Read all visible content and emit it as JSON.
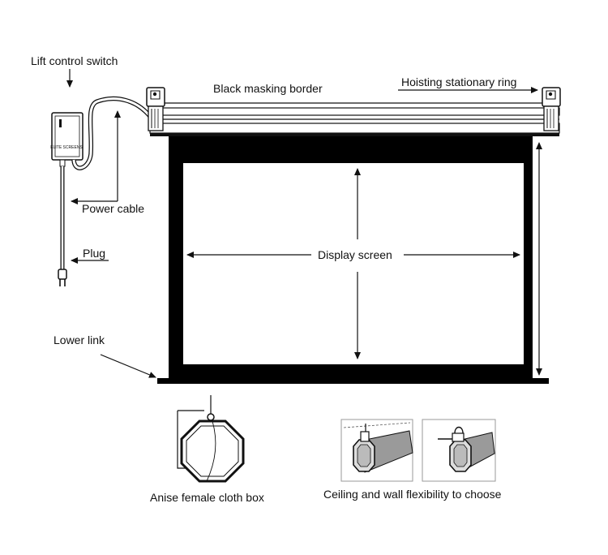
{
  "labels": {
    "lift_control_switch": "Lift control switch",
    "black_masking_border": "Black masking border",
    "hoisting_stationary_ring": "Hoisting stationary ring",
    "power_cable": "Power cable",
    "plug": "Plug",
    "display_screen": "Display screen",
    "lower_link": "Lower link",
    "anise_female_cloth_box": "Anise female cloth box",
    "ceiling_wall_flexibility": "Ceiling and wall flexibility to choose"
  },
  "colors": {
    "line": "#111111",
    "screen_border": "#000000",
    "screen_surface": "#ffffff",
    "detail_fill": "#9a9a9a"
  }
}
